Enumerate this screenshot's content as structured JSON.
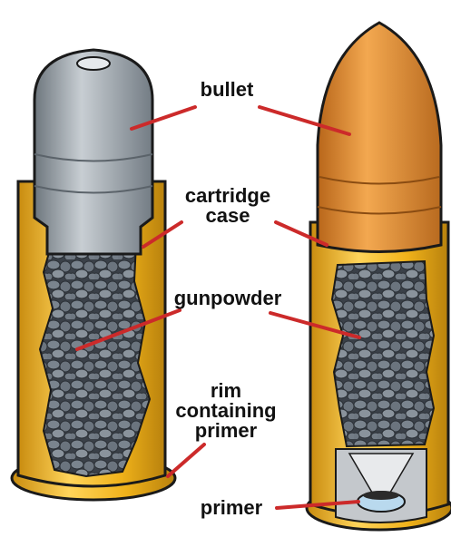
{
  "labels": {
    "bullet": "bullet",
    "cartridge_case_line1": "cartridge",
    "cartridge_case_line2": "case",
    "gunpowder": "gunpowder",
    "rim_line1": "rim",
    "rim_line2": "containing",
    "rim_line3": "primer",
    "primer": "primer"
  },
  "colors": {
    "brass": "#f0b21a",
    "brass_dark": "#b8810d",
    "lead": "#9aa3aa",
    "copper": "#dd8a2c",
    "gunpowder": "#5f6873",
    "leader_line": "#cc2a2a",
    "outline": "#1a1a1a"
  }
}
